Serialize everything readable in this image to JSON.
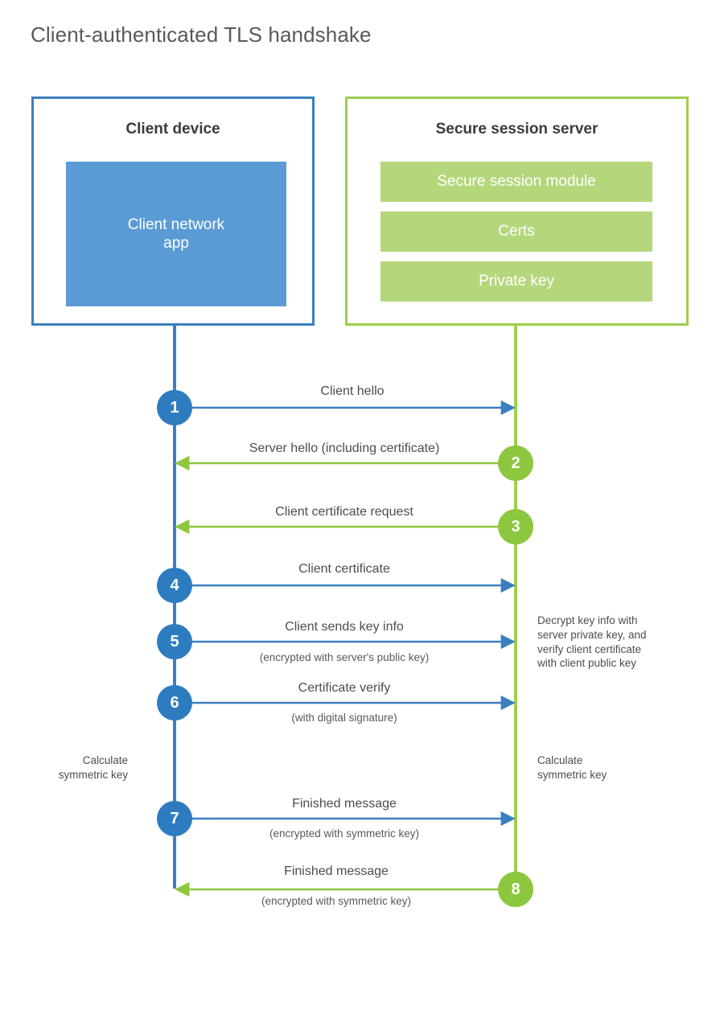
{
  "title": "Client-authenticated TLS handshake",
  "colors": {
    "client_accent": "#3C7FC0",
    "client_circle": "#2E7CC0",
    "client_app_fill": "#5B9BD5",
    "server_accent": "#A0CE4E",
    "server_circle": "#8DC63F",
    "server_module_fill": "#B5D77C",
    "text": "#4d4d4f",
    "title_text": "#58595b"
  },
  "parties": {
    "client": {
      "title": "Client device",
      "app_label": "Client network\napp"
    },
    "server": {
      "title": "Secure session server",
      "modules": [
        {
          "label": "Secure session module"
        },
        {
          "label": "Certs"
        },
        {
          "label": "Private key"
        }
      ]
    }
  },
  "steps": [
    {
      "number": "1",
      "label": "Client hello",
      "sublabel": "",
      "direction": "client-to-server",
      "color": "blue"
    },
    {
      "number": "2",
      "label": "Server hello (including certificate)",
      "sublabel": "",
      "direction": "server-to-client",
      "color": "green"
    },
    {
      "number": "3",
      "label": "Client certificate request",
      "sublabel": "",
      "direction": "server-to-client",
      "color": "green"
    },
    {
      "number": "4",
      "label": "Client certificate",
      "sublabel": "",
      "direction": "client-to-server",
      "color": "blue"
    },
    {
      "number": "5",
      "label": "Client sends key info",
      "sublabel": "(encrypted with server's public key)",
      "direction": "client-to-server",
      "color": "blue"
    },
    {
      "number": "6",
      "label": "Certificate verify",
      "sublabel": "(with digital signature)",
      "direction": "client-to-server",
      "color": "blue"
    },
    {
      "number": "7",
      "label": "Finished message",
      "sublabel": "(encrypted with symmetric key)",
      "direction": "client-to-server",
      "color": "blue"
    },
    {
      "number": "8",
      "label": "Finished message",
      "sublabel": "(encrypted with symmetric key)",
      "direction": "server-to-client",
      "color": "green"
    }
  ],
  "notes": {
    "server_decrypt": "Decrypt key info with\nserver private key, and\nverify client certificate\nwith client public key",
    "client_calc": "Calculate\nsymmetric key",
    "server_calc": "Calculate\nsymmetric key"
  }
}
